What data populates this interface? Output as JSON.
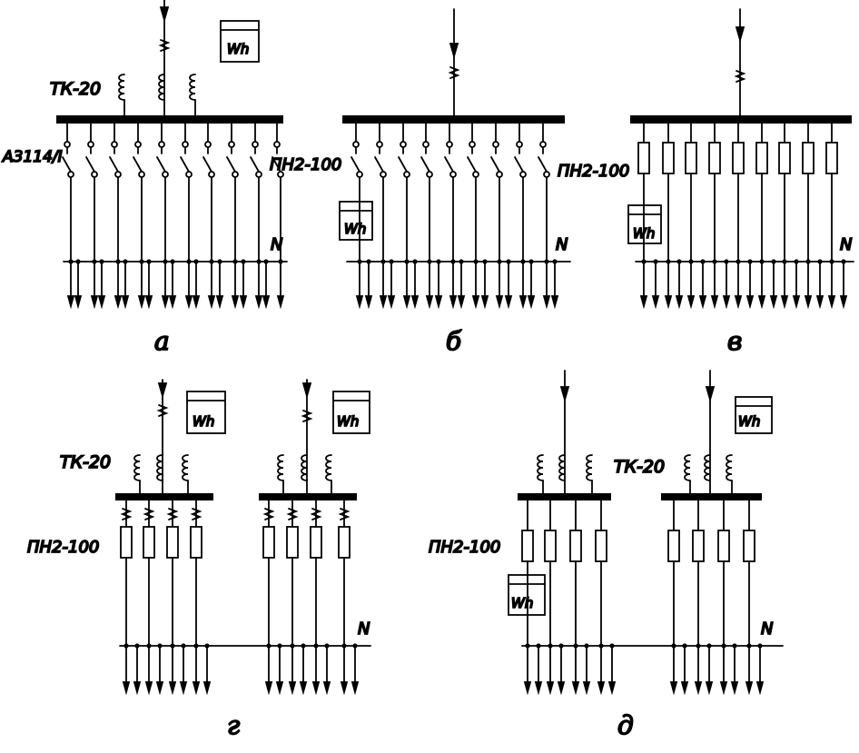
{
  "labels": {
    "tk20": "ТК-20",
    "a3114": "А3114/I",
    "pn2_100": "ПН2-100",
    "neutral": "N",
    "meter": "Wh"
  },
  "panels": {
    "a": "а",
    "b": "б",
    "v": "в",
    "g": "г",
    "d": "д"
  }
}
